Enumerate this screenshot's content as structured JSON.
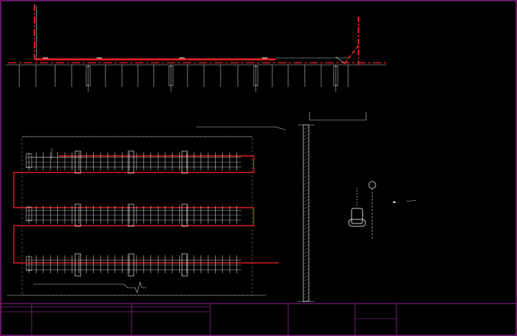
{
  "drawing": {
    "background": "#000000",
    "colors": {
      "frame": "#cc33cc",
      "red": "#e02020",
      "white": "#d8d8d8",
      "grey": "#8a8a8a"
    },
    "views": [
      "section-view",
      "plan-view",
      "side-detail",
      "component-detail"
    ],
    "title_block": {
      "cells": [
        "",
        "",
        "",
        "",
        "",
        "",
        "",
        ""
      ]
    }
  }
}
